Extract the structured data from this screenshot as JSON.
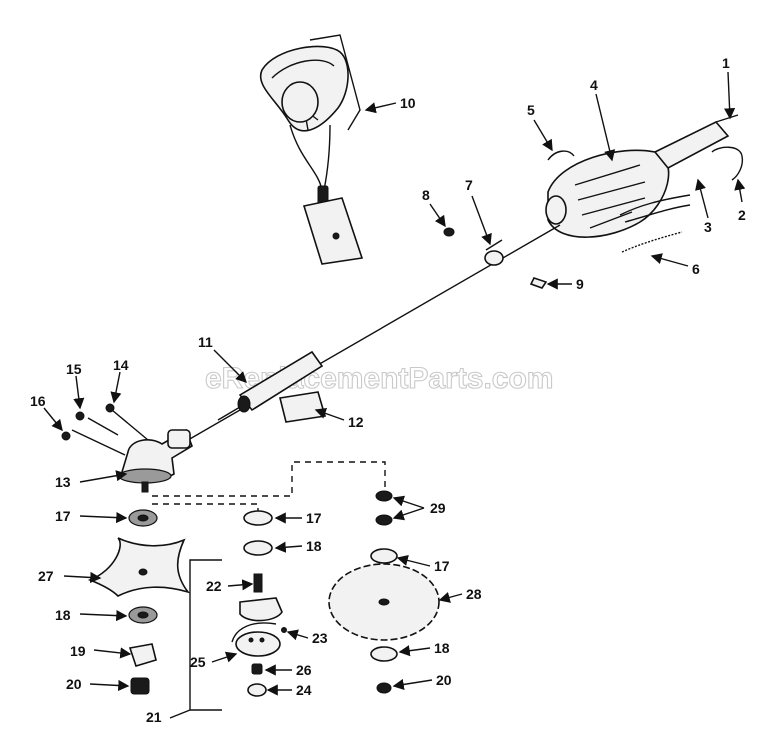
{
  "watermark": "eReplacementParts.com",
  "callouts": [
    "1",
    "2",
    "3",
    "4",
    "5",
    "6",
    "7",
    "8",
    "9",
    "10",
    "11",
    "12",
    "13",
    "14",
    "15",
    "16",
    "17",
    "17",
    "17",
    "18",
    "18",
    "18",
    "19",
    "20",
    "20",
    "21",
    "22",
    "23",
    "24",
    "25",
    "26",
    "27",
    "28",
    "29"
  ]
}
